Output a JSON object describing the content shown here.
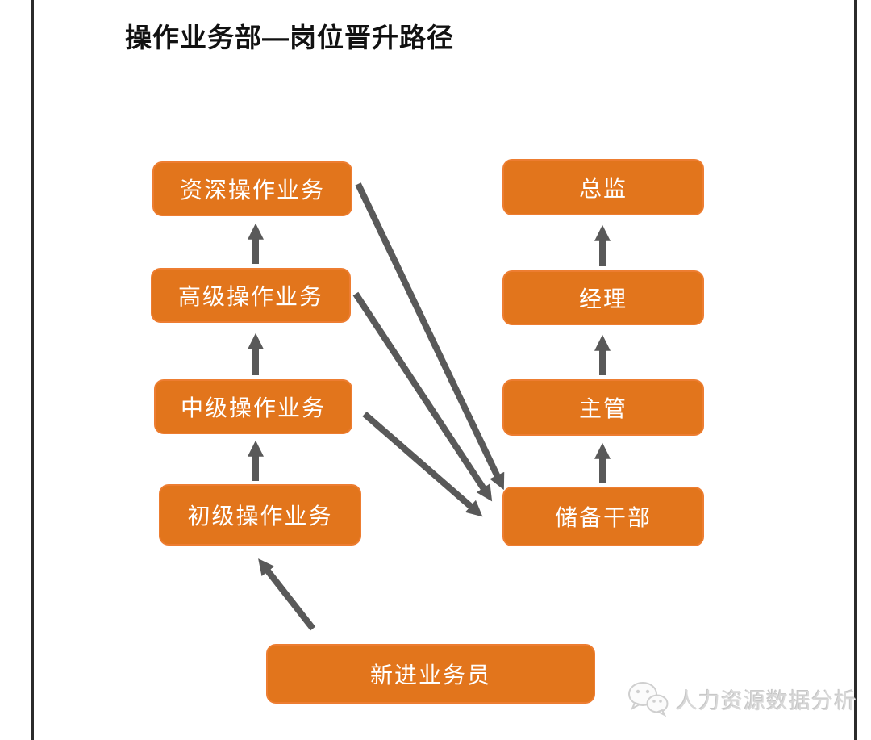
{
  "page": {
    "title": "操作业务部—岗位晋升路径"
  },
  "diagram": {
    "left_path": [
      {
        "label": "资深操作业务"
      },
      {
        "label": "高级操作业务"
      },
      {
        "label": "中级操作业务"
      },
      {
        "label": "初级操作业务"
      }
    ],
    "right_path": [
      {
        "label": "总监"
      },
      {
        "label": "经理"
      },
      {
        "label": "主管"
      },
      {
        "label": "储备干部"
      }
    ],
    "entry": {
      "label": "新进业务员"
    },
    "edges": [
      {
        "from": "新进业务员",
        "to": "初级操作业务"
      },
      {
        "from": "初级操作业务",
        "to": "中级操作业务"
      },
      {
        "from": "中级操作业务",
        "to": "高级操作业务"
      },
      {
        "from": "高级操作业务",
        "to": "资深操作业务"
      },
      {
        "from": "资深操作业务",
        "to": "储备干部"
      },
      {
        "from": "高级操作业务",
        "to": "储备干部"
      },
      {
        "from": "中级操作业务",
        "to": "储备干部"
      },
      {
        "from": "储备干部",
        "to": "主管"
      },
      {
        "from": "主管",
        "to": "经理"
      },
      {
        "from": "经理",
        "to": "总监"
      }
    ],
    "colors": {
      "box_fill": "#E2751C",
      "box_border": "#ED7D31",
      "arrow": "#595959",
      "frame": "#2b2b2b"
    }
  },
  "watermark": {
    "icon": "wechat-icon",
    "text": "人力资源数据分析"
  }
}
